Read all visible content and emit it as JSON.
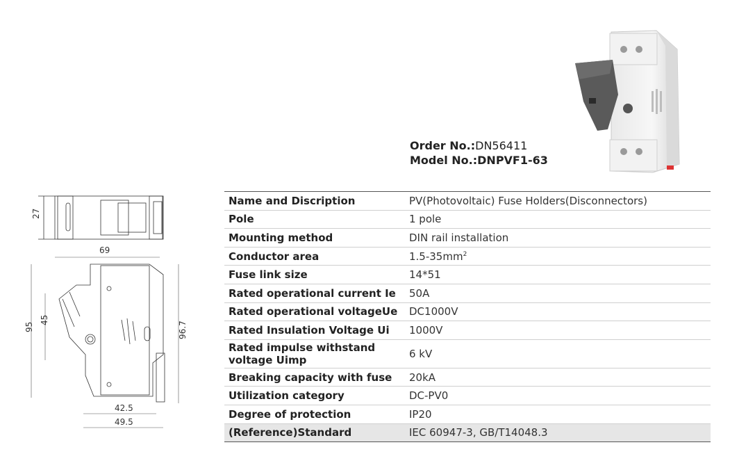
{
  "order": {
    "order_label": "Order No.:",
    "order_value": "DN56411",
    "model_label": "Model No.:",
    "model_value": "DNPVF1-63"
  },
  "drawing": {
    "dims": [
      "27",
      "69",
      "95",
      "45",
      "96.7",
      "42.5",
      "49.5"
    ]
  },
  "specs": [
    {
      "name": "Name and Discription",
      "value": "PV(Photovoltaic) Fuse Holders(Disconnectors)"
    },
    {
      "name": "Pole",
      "value": "1 pole"
    },
    {
      "name": "Mounting method",
      "value": "DIN rail installation"
    },
    {
      "name": "Conductor area",
      "value": "1.5-35mm",
      "sup": "2"
    },
    {
      "name": "Fuse link size",
      "value": "14*51"
    },
    {
      "name": "Rated operational current Ie",
      "value": "50A"
    },
    {
      "name": "Rated operational voltageUe",
      "value": "DC1000V"
    },
    {
      "name": "Rated Insulation Voltage Ui",
      "value": "1000V"
    },
    {
      "name": "Rated impulse withstand voltage Uimp",
      "value": "6 kV"
    },
    {
      "name": "Breaking capacity with fuse",
      "value": "20kA"
    },
    {
      "name": "Utilization category",
      "value": "DC-PV0"
    },
    {
      "name": "Degree of protection",
      "value": "IP20"
    },
    {
      "name": "(Reference)Standard",
      "value": "IEC 60947-3, GB/T14048.3"
    }
  ]
}
